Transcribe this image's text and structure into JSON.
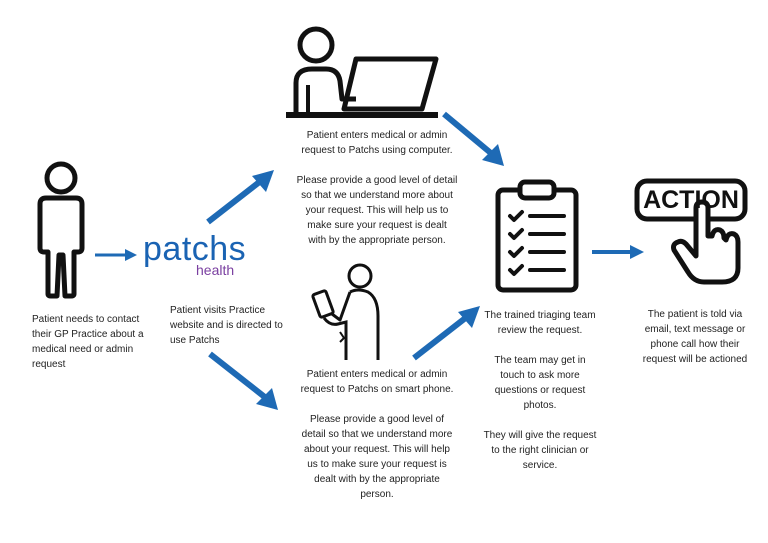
{
  "colors": {
    "arrow": "#1e6ab5",
    "ink": "#111111",
    "logo_blue": "#1a63b3",
    "logo_purple": "#7a3fa0"
  },
  "icons": [
    "person-icon",
    "computer-user-icon",
    "smartphone-user-icon",
    "clipboard-icon",
    "action-button-icon"
  ],
  "logo": {
    "main": "patchs",
    "sub": "health"
  },
  "action_label": "ACTION",
  "steps": {
    "patient_contact": "Patient needs to contact\ntheir GP Practice about a\nmedical need or admin\nrequest",
    "practice_website": "Patient visits Practice\nwebsite and is directed to\nuse Patchs",
    "computer": "Patient enters medical or admin\nrequest to Patchs using computer.\n\nPlease provide a good level of detail\nso that we understand more about\nyour request. This will help us to\nmake sure your request is dealt\nwith by the appropriate person.",
    "phone": "Patient enters medical or admin\nrequest to Patchs on smart phone.\n\nPlease provide a good level of\ndetail so that we understand more\nabout your request. This will help\nus to make sure your request is\ndealt with by the appropriate\nperson.",
    "triage": "The trained triaging team\nreview the request.\n\nThe team may get in\ntouch to ask more\nquestions or request\nphotos.\n\nThey will give the request\nto the right clinician or\nservice.",
    "outcome": "The patient is told via\nemail, text message or\nphone call how their\nrequest will be actioned"
  }
}
